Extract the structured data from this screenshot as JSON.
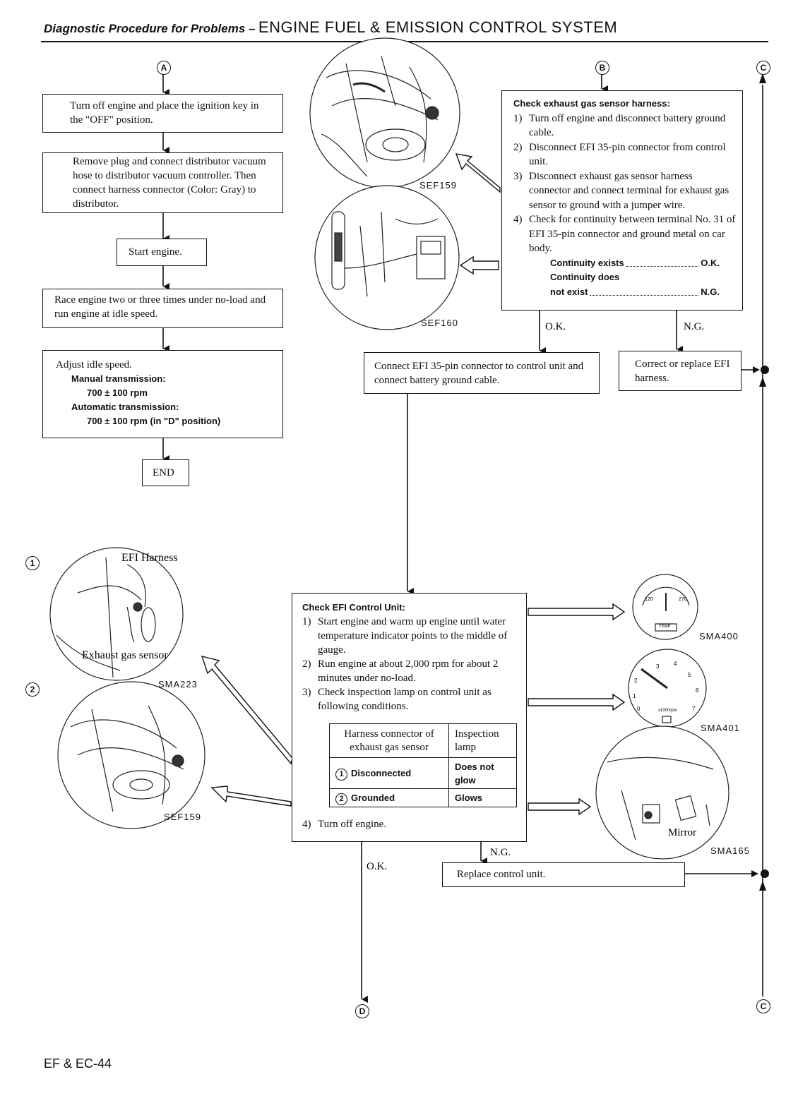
{
  "header": {
    "italic": "Diagnostic Procedure for Problems –",
    "title": "ENGINE FUEL & EMISSION CONTROL SYSTEM"
  },
  "markers": {
    "a": "A",
    "b": "B",
    "c": "C",
    "d": "D",
    "one": "1",
    "two": "2"
  },
  "left_flow": {
    "box1": "Turn off engine and place the ignition key in the \"OFF\" position.",
    "box2": "Remove plug and connect distributor vacuum hose to distributor vacuum controller. Then connect harness connector (Color: Gray) to distributor.",
    "box3": "Start engine.",
    "box4": "Race engine two or three times under no-load and run engine at idle speed.",
    "box5": {
      "title": "Adjust idle speed.",
      "manual_label": "Manual transmission:",
      "manual_value": "700 ± 100 rpm",
      "auto_label": "Automatic transmission:",
      "auto_value": "700 ± 100 rpm (in \"D\" position)"
    },
    "end": "END"
  },
  "check_harness": {
    "title": "Check exhaust gas sensor harness:",
    "steps": [
      {
        "n": "1)",
        "text": "Turn off engine and disconnect battery ground cable."
      },
      {
        "n": "2)",
        "text": "Disconnect EFI 35-pin connector from control unit."
      },
      {
        "n": "3)",
        "text": "Disconnect exhaust gas sensor harness connector and connect terminal for exhaust gas sensor to ground with a jumper wire."
      },
      {
        "n": "4)",
        "text": "Check for continuity between terminal No. 31 of EFI 35-pin connector and ground metal on car body."
      }
    ],
    "result1_label": "Continuity exists",
    "result1_value": "O.K.",
    "result2_label_a": "Continuity does",
    "result2_label_b": "not exist",
    "result2_value": "N.G."
  },
  "branch": {
    "ok": "O.K.",
    "ng": "N.G."
  },
  "connect_box": "Connect EFI 35-pin connector to control unit and connect battery ground cable.",
  "correct_box": "Correct or replace EFI harness.",
  "check_unit": {
    "title": "Check EFI Control Unit:",
    "steps": [
      {
        "n": "1)",
        "text": "Start engine and warm up engine until water temperature indicator points to the middle of gauge."
      },
      {
        "n": "2)",
        "text": "Run engine at about 2,000 rpm for about 2 minutes under no-load."
      },
      {
        "n": "3)",
        "text": "Check inspection lamp on control unit as following conditions."
      }
    ],
    "table": {
      "header_left": "Harness connector of exhaust gas sensor",
      "header_right": "Inspection lamp",
      "row1_label": "Disconnected",
      "row1_value": "Does not glow",
      "row2_label": "Grounded",
      "row2_value": "Glows"
    },
    "step4_n": "4)",
    "step4": "Turn off engine."
  },
  "bottom": {
    "ok": "O.K.",
    "ng": "N.G.",
    "replace": "Replace control unit."
  },
  "figures": {
    "sef159_top": "SEF159",
    "sef160": "SEF160",
    "sma223": "SMA223",
    "sef159_bottom": "SEF159",
    "sma400": "SMA400",
    "sma401": "SMA401",
    "sma165": "SMA165",
    "efi_harness": "EFI Harness",
    "exhaust_gas_sensor": "Exhaust gas sensor",
    "mirror": "Mirror",
    "temp": "TEMP",
    "gauge_low": "120",
    "gauge_high": "270",
    "tach_unit": "x1000rpm",
    "tach_ticks": [
      "0",
      "1",
      "2",
      "3",
      "4",
      "5",
      "6",
      "7"
    ]
  },
  "footer": {
    "page": "EF & EC-44"
  }
}
